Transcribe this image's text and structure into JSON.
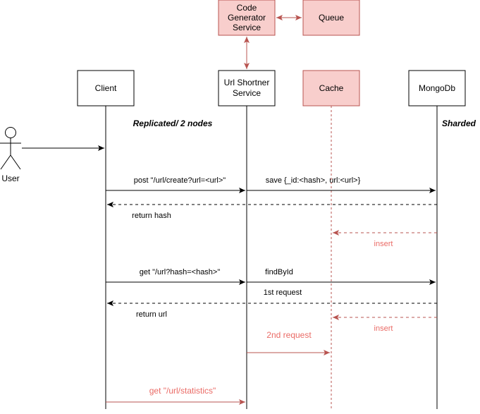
{
  "participants": {
    "code_generator": {
      "lines": [
        "Code",
        "Generator",
        "Service"
      ]
    },
    "queue": "Queue",
    "client": "Client",
    "url_service": {
      "lines": [
        "Url Shortner",
        "Service"
      ]
    },
    "cache": "Cache",
    "mongodb": "MongoDb"
  },
  "actor": {
    "label": "User"
  },
  "notes": {
    "replicated": "Replicated/ 2 nodes",
    "sharded": "Sharded"
  },
  "messages": {
    "post_create": "post \"/url/create?url=<url>\"",
    "save": "save {_id:<hash>, url:<url>}",
    "return_hash": "return hash",
    "insert_1": "insert",
    "get_url": "get \"/url?hash=<hash>\"",
    "find_by_id": "findById",
    "first_request": "1st request",
    "return_url": "return url",
    "insert_2": "insert",
    "second_request": "2nd request",
    "get_statistics": "get \"/url/statistics\""
  },
  "colors": {
    "black": "#000000",
    "highlight_fill": "#f8cecc",
    "highlight_stroke": "#b85450",
    "red_text": "#ea6b66",
    "red_arrow": "#b85450"
  }
}
